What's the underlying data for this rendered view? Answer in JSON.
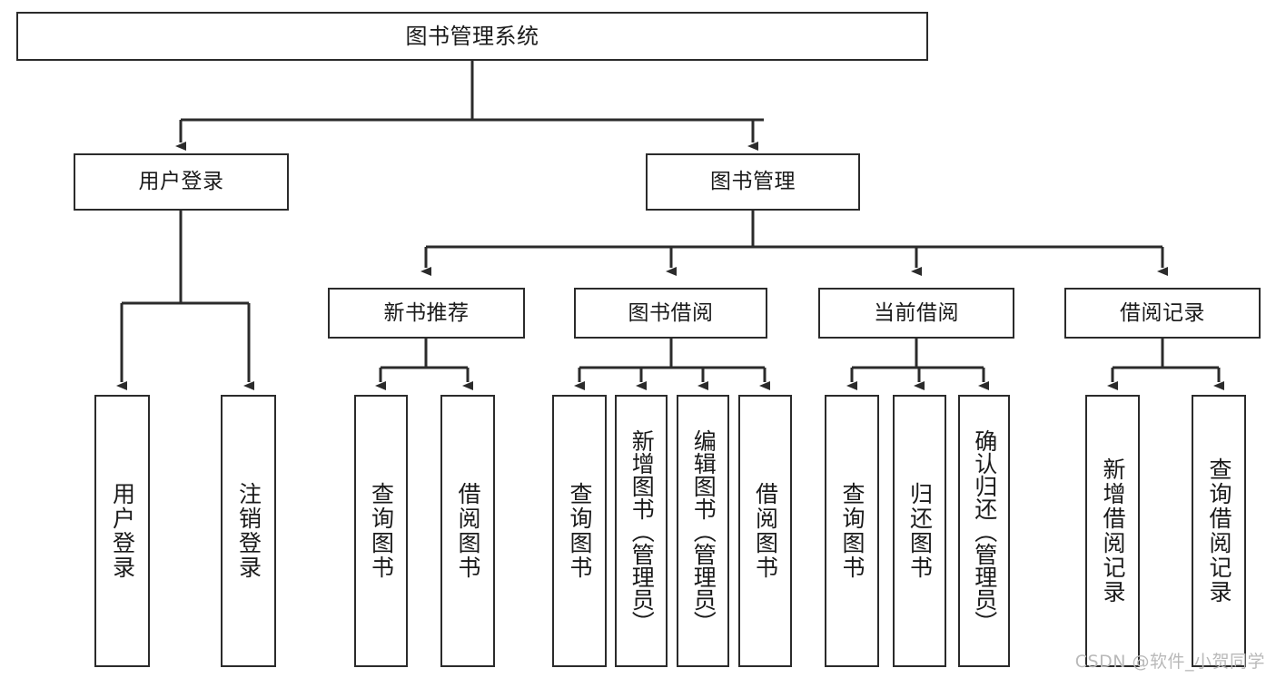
{
  "diagram": {
    "type": "tree-hierarchy",
    "title": "图书管理系统",
    "root": {
      "label": "图书管理系统"
    },
    "level2": [
      {
        "label": "用户登录"
      },
      {
        "label": "图书管理"
      }
    ],
    "level3": [
      {
        "label": "新书推荐"
      },
      {
        "label": "图书借阅"
      },
      {
        "label": "当前借阅"
      },
      {
        "label": "借阅记录"
      }
    ],
    "leaves": {
      "user_login": [
        {
          "label": "用户登录"
        },
        {
          "label": "注销登录"
        }
      ],
      "new_book_recommend": [
        {
          "label": "查询图书"
        },
        {
          "label": "借阅图书"
        }
      ],
      "book_borrow": [
        {
          "label": "查询图书"
        },
        {
          "label": "新增图书（管理员）"
        },
        {
          "label": "编辑图书（管理员）"
        },
        {
          "label": "借阅图书"
        }
      ],
      "current_borrow": [
        {
          "label": "查询图书"
        },
        {
          "label": "归还图书"
        },
        {
          "label": "确认归还（管理员）"
        }
      ],
      "borrow_record": [
        {
          "label": "新增借阅记录"
        },
        {
          "label": "查询借阅记录"
        }
      ]
    }
  },
  "watermark": {
    "text": "CSDN @软件_小贺同学"
  },
  "colors": {
    "stroke": "#2b2b2b",
    "box_fill": "#ffffff",
    "text": "#1a1a1a",
    "watermark": "#b9b9b9"
  }
}
